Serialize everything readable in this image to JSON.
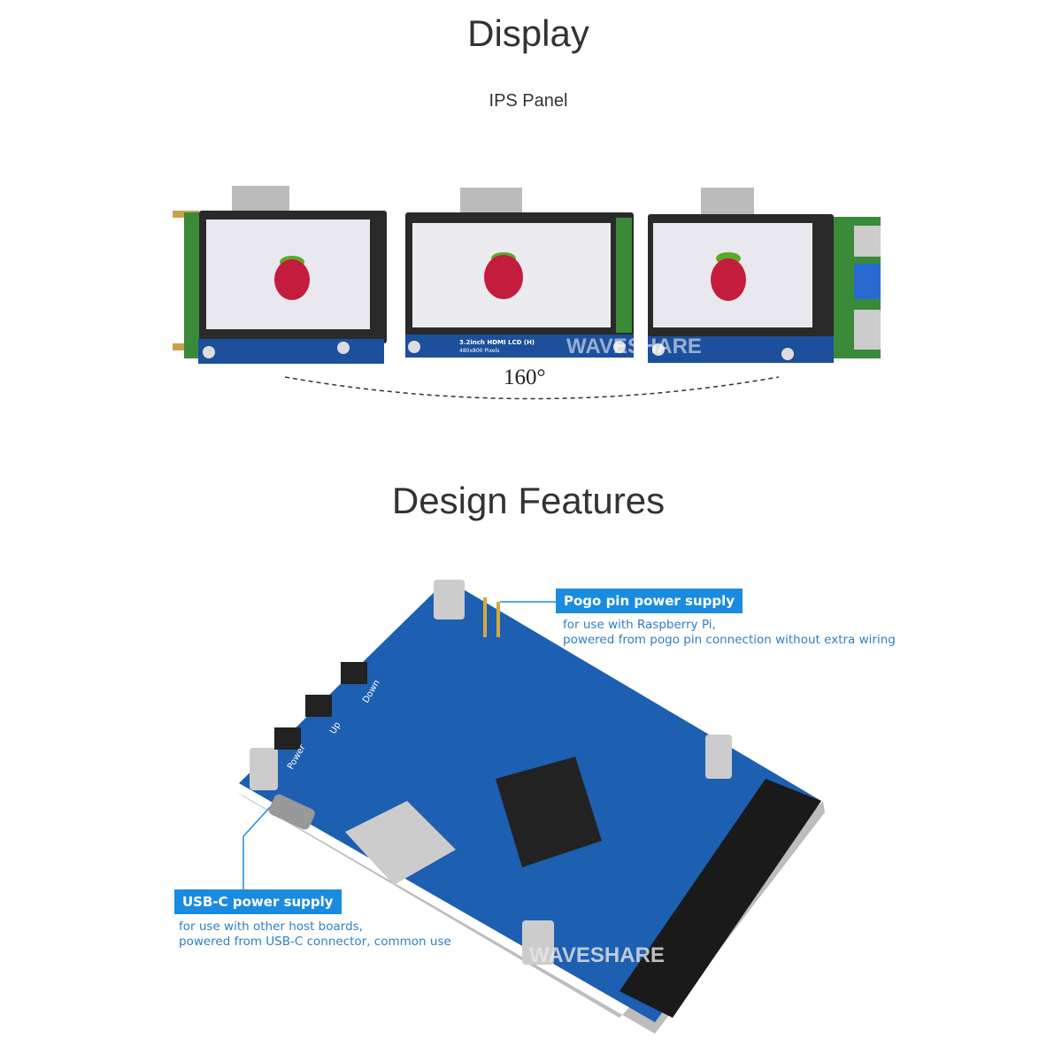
{
  "display_section": {
    "title": "Display",
    "subtitle": "IPS Panel",
    "viewing_angle": "160°",
    "screen_label": "3.2inch HDMI LCD (H)",
    "screen_pixels": "480x800 Pixels",
    "watermark": "WAVESHARE"
  },
  "design_section": {
    "title": "Design Features",
    "pogo_callout": {
      "label": "Pogo pin power supply",
      "line1": "for use with Raspberry Pi,",
      "line2": "powered from pogo pin connection without extra wiring"
    },
    "usbc_callout": {
      "label": "USB-C power supply",
      "line1": "for use with other host boards,",
      "line2": "powered from USB-C connector, common use"
    },
    "button_labels": [
      "Power",
      "Up",
      "Down"
    ],
    "watermark": "WAVESHARE"
  },
  "colors": {
    "accent_blue": "#1b8be0",
    "board_blue": "#1d5fb0",
    "callout_text": "#2f7fc6"
  }
}
